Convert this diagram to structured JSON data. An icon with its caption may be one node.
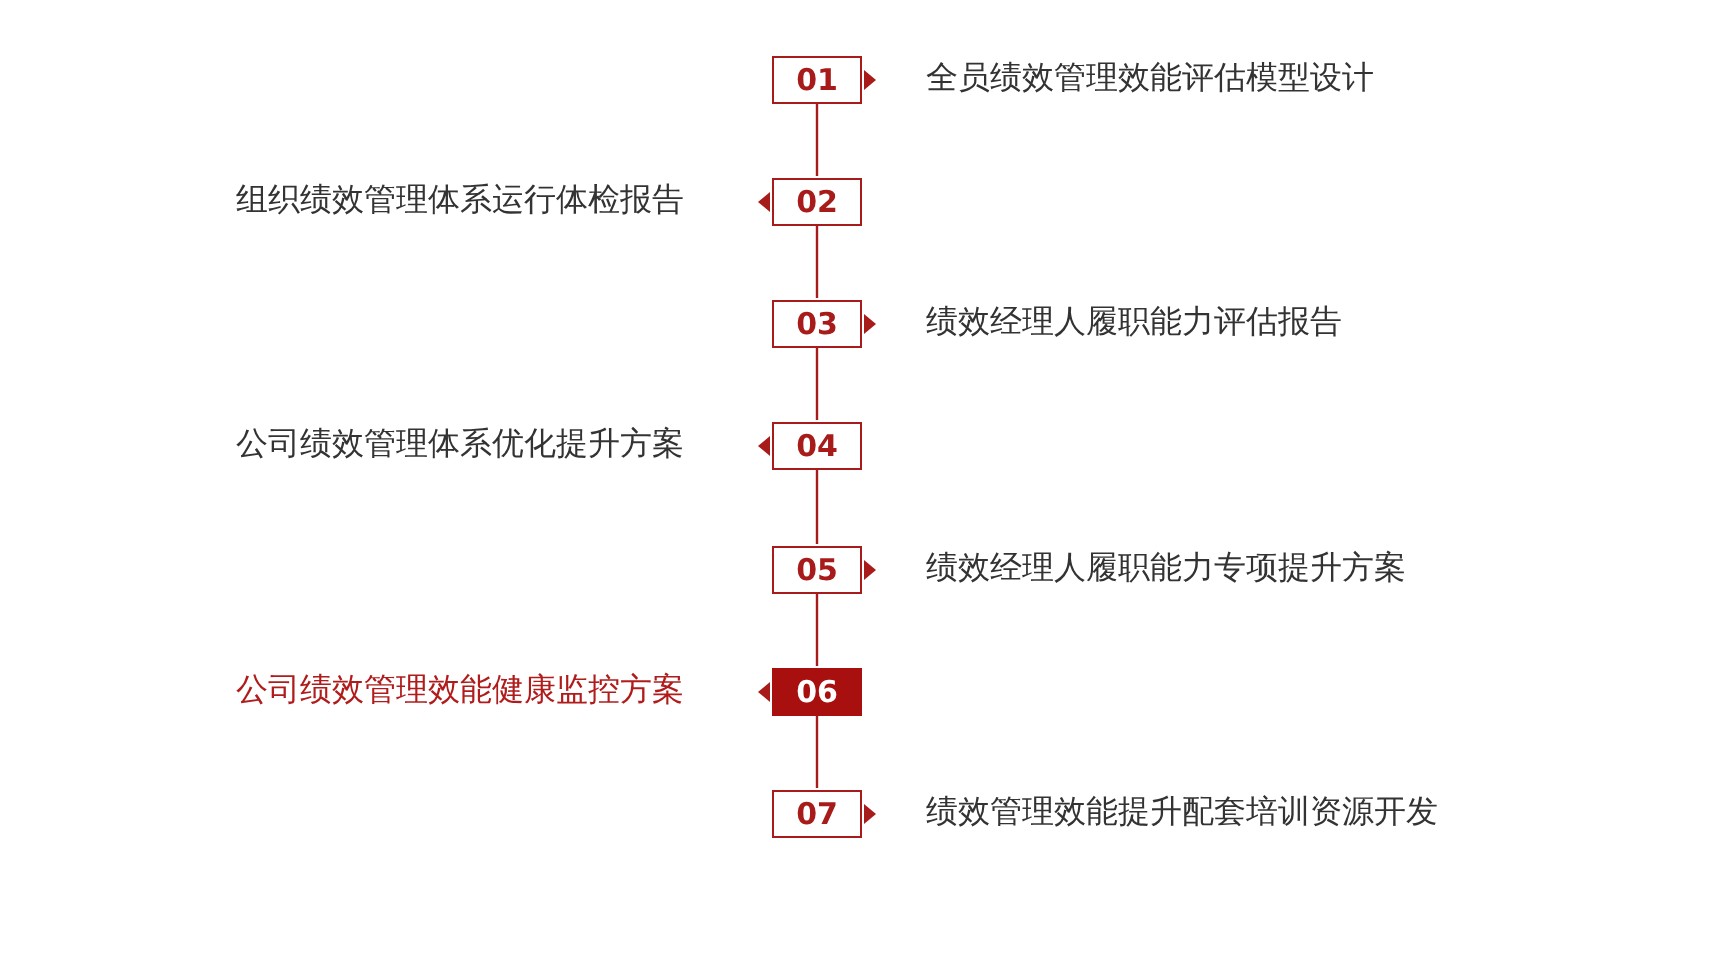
{
  "diagram": {
    "nodes": [
      {
        "text": [
          "01"
        ],
        "beside": [
          "全员绩效管理效能评估模型设计"
        ]
      },
      {
        "text": [
          "02"
        ],
        "beside": [
          "组织绩效管理体系运行体检报告"
        ]
      },
      {
        "text": [
          "03"
        ],
        "beside": [
          "绩效经理人履职能力评估报告"
        ]
      },
      {
        "text": [
          "04"
        ],
        "beside": [
          "公司绩效管理体系优化提升方案"
        ]
      },
      {
        "text": [
          "05"
        ],
        "beside": [
          "绩效经理人履职能力专项提升方案"
        ]
      },
      {
        "text": [
          "06"
        ],
        "beside": [
          "公司绩效管理效能健康监控方案"
        ]
      },
      {
        "text": [
          "07"
        ],
        "beside": [
          "绩效管理效能提升配套培训资源开发"
        ]
      }
    ],
    "edges": [
      {
        "from": 0,
        "to": 1,
        "arrow": "none"
      },
      {
        "from": 1,
        "to": 2,
        "arrow": "none"
      },
      {
        "from": 2,
        "to": 3,
        "arrow": "none"
      },
      {
        "from": 3,
        "to": 4,
        "arrow": "none"
      },
      {
        "from": 4,
        "to": 5,
        "arrow": "none"
      },
      {
        "from": 5,
        "to": 6,
        "arrow": "none"
      }
    ]
  }
}
